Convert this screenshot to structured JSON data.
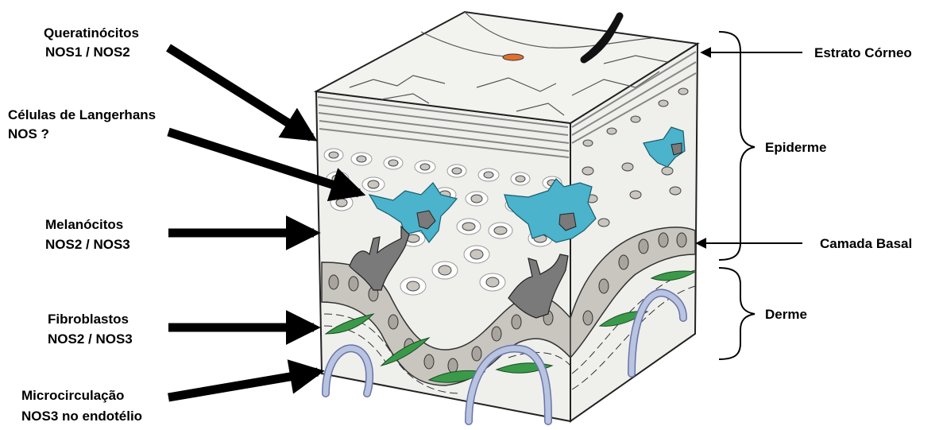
{
  "labels": {
    "queratinocitos": [
      "Queratinócitos",
      "NOS1 / NOS2"
    ],
    "langerhans": [
      "Células de Langerhans",
      "NOS ?"
    ],
    "melanocitos": [
      "Melanócitos",
      "NOS2 / NOS3"
    ],
    "fibroblastos": [
      "Fibroblastos",
      "NOS2 / NOS3"
    ],
    "microcirculacao": [
      "Microcirculação",
      "NOS3 no endotélio"
    ],
    "estrato_corneo": "Estrato Córneo",
    "epiderme": "Epiderme",
    "camada_basal": "Camada Basal",
    "derme": "Derme"
  },
  "colors": {
    "langerhans": "#4bb3cc",
    "melanocyte": "#7a7a7a",
    "fibroblast": "#3a9a4a",
    "vessel": "#b8c4e0",
    "basal": "#c9c6c0"
  }
}
